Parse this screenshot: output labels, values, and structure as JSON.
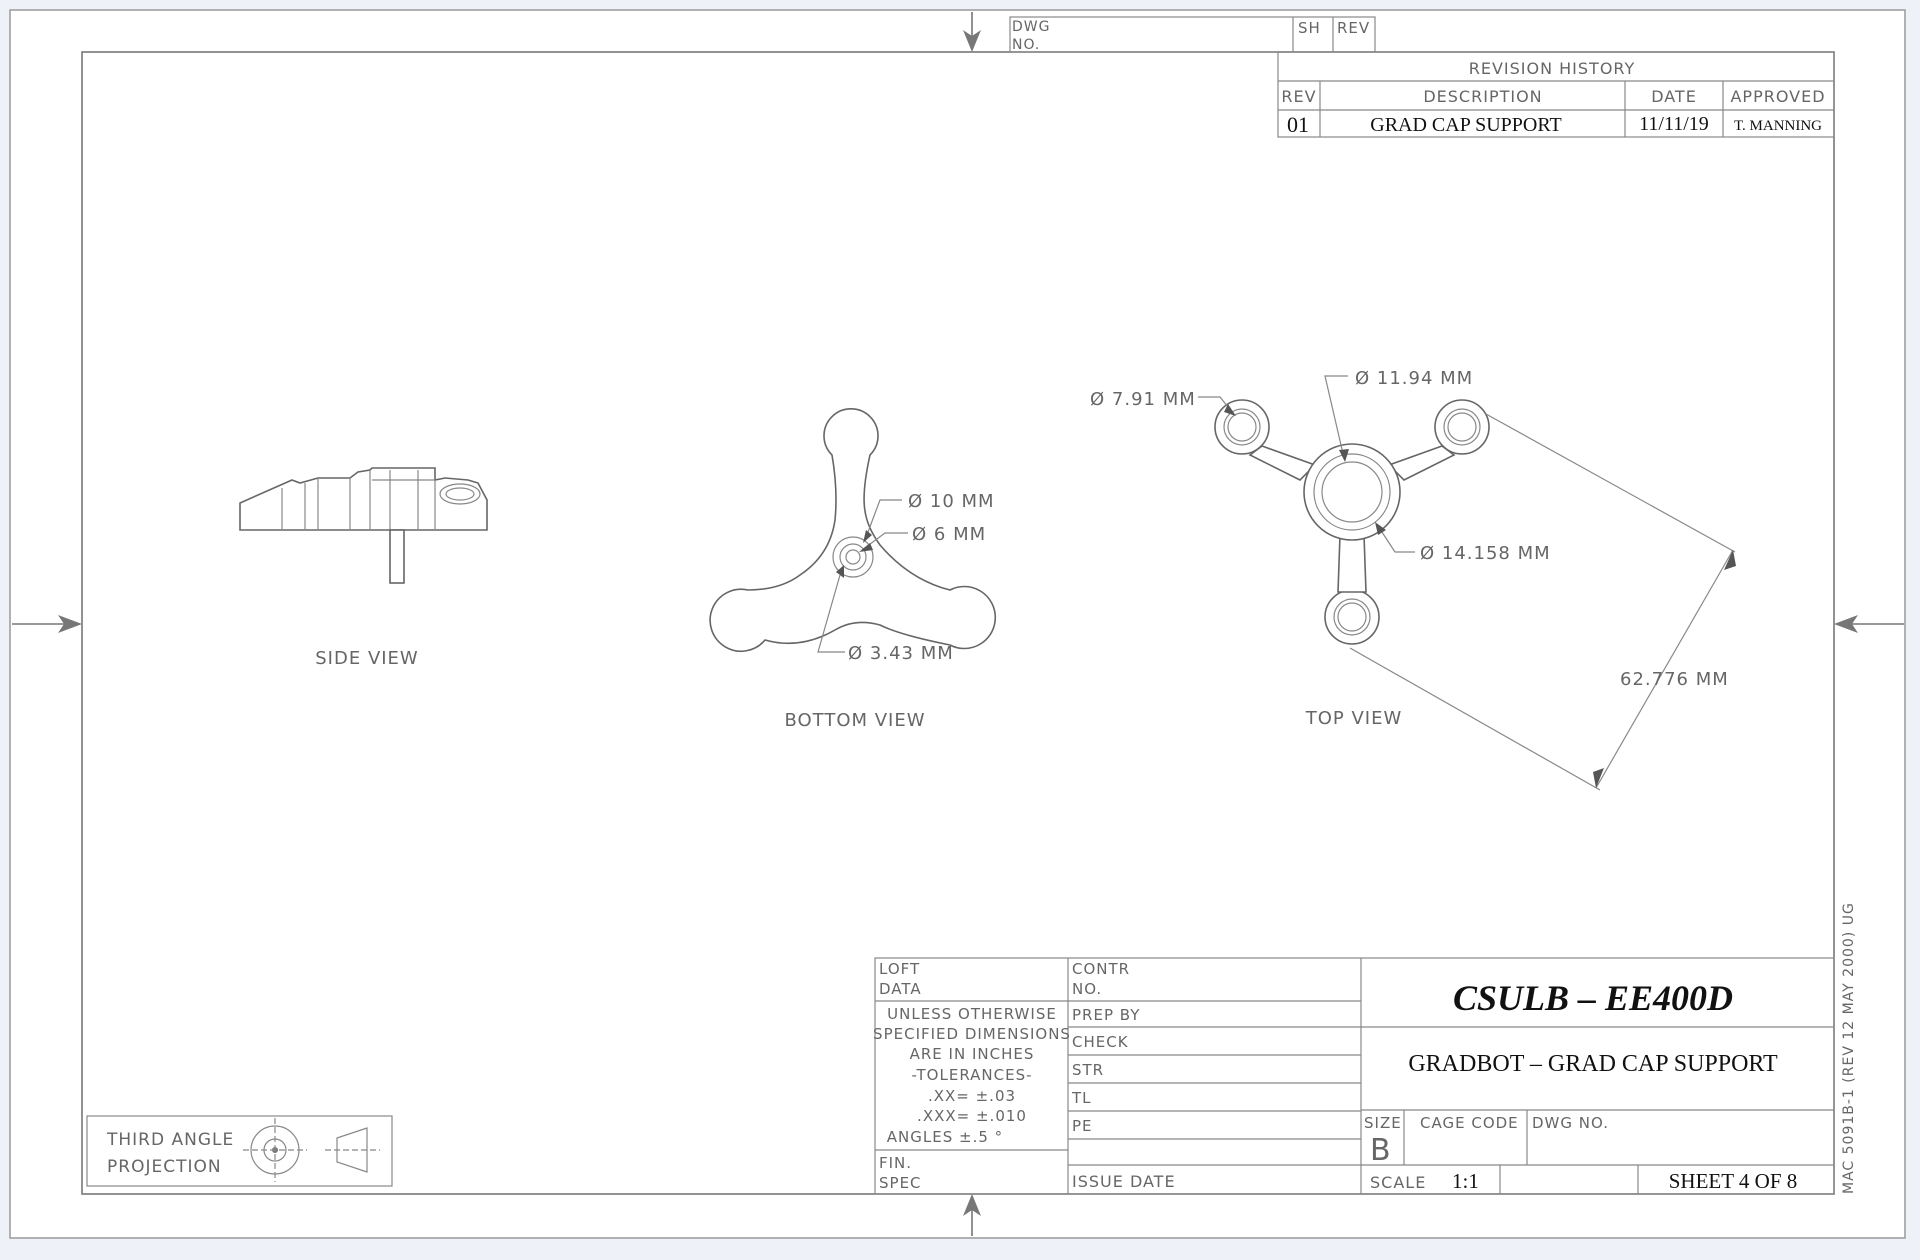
{
  "top_block": {
    "dwg_no_label": "DWG\nNO.",
    "sh_label": "SH",
    "rev_label": "REV"
  },
  "revision_history": {
    "title": "REVISION HISTORY",
    "headers": {
      "rev": "REV",
      "description": "DESCRIPTION",
      "date": "DATE",
      "approved": "APPROVED"
    },
    "rows": [
      {
        "rev": "01",
        "description": "GRAD CAP SUPPORT",
        "date": "11/11/19",
        "approved": "T. MANNING"
      }
    ]
  },
  "views": {
    "side": {
      "label": "SIDE VIEW"
    },
    "bottom": {
      "label": "BOTTOM VIEW",
      "dims": {
        "d10": "Ø 10 MM",
        "d6": "Ø 6 MM",
        "d343": "Ø 3.43 MM"
      }
    },
    "top": {
      "label": "TOP VIEW",
      "dims": {
        "d791": "Ø 7.91 MM",
        "d1194": "Ø 11.94 MM",
        "d14158": "Ø 14.158 MM",
        "len": "62.776 MM"
      }
    }
  },
  "projection": {
    "line1": "THIRD ANGLE",
    "line2": "PROJECTION"
  },
  "title_block": {
    "loft_data": "LOFT\nDATA",
    "contr_no": "CONTR\nNO.",
    "tolerances": [
      "UNLESS OTHERWISE",
      "SPECIFIED DIMENSIONS",
      "ARE IN INCHES",
      "-TOLERANCES-",
      ".XX=  ±.03",
      ".XXX=  ±.010",
      "ANGLES   ±.5 °"
    ],
    "fin_spec": "FIN.\nSPEC",
    "signoffs": [
      "PREP BY",
      "CHECK",
      "STR",
      "TL",
      "PE"
    ],
    "issue_date": "ISSUE DATE",
    "company": "CSULB – EE400D",
    "title": "GRADBOT – GRAD CAP SUPPORT",
    "size_label": "SIZE",
    "size_value": "B",
    "cage_code_label": "CAGE CODE",
    "dwg_no_label": "DWG NO.",
    "scale_label": "SCALE",
    "scale_value": "1:1",
    "sheet": "SHEET 4 OF 8"
  },
  "side_note": "MAC 5091B-1 (REV 12 MAY 2000) UG"
}
